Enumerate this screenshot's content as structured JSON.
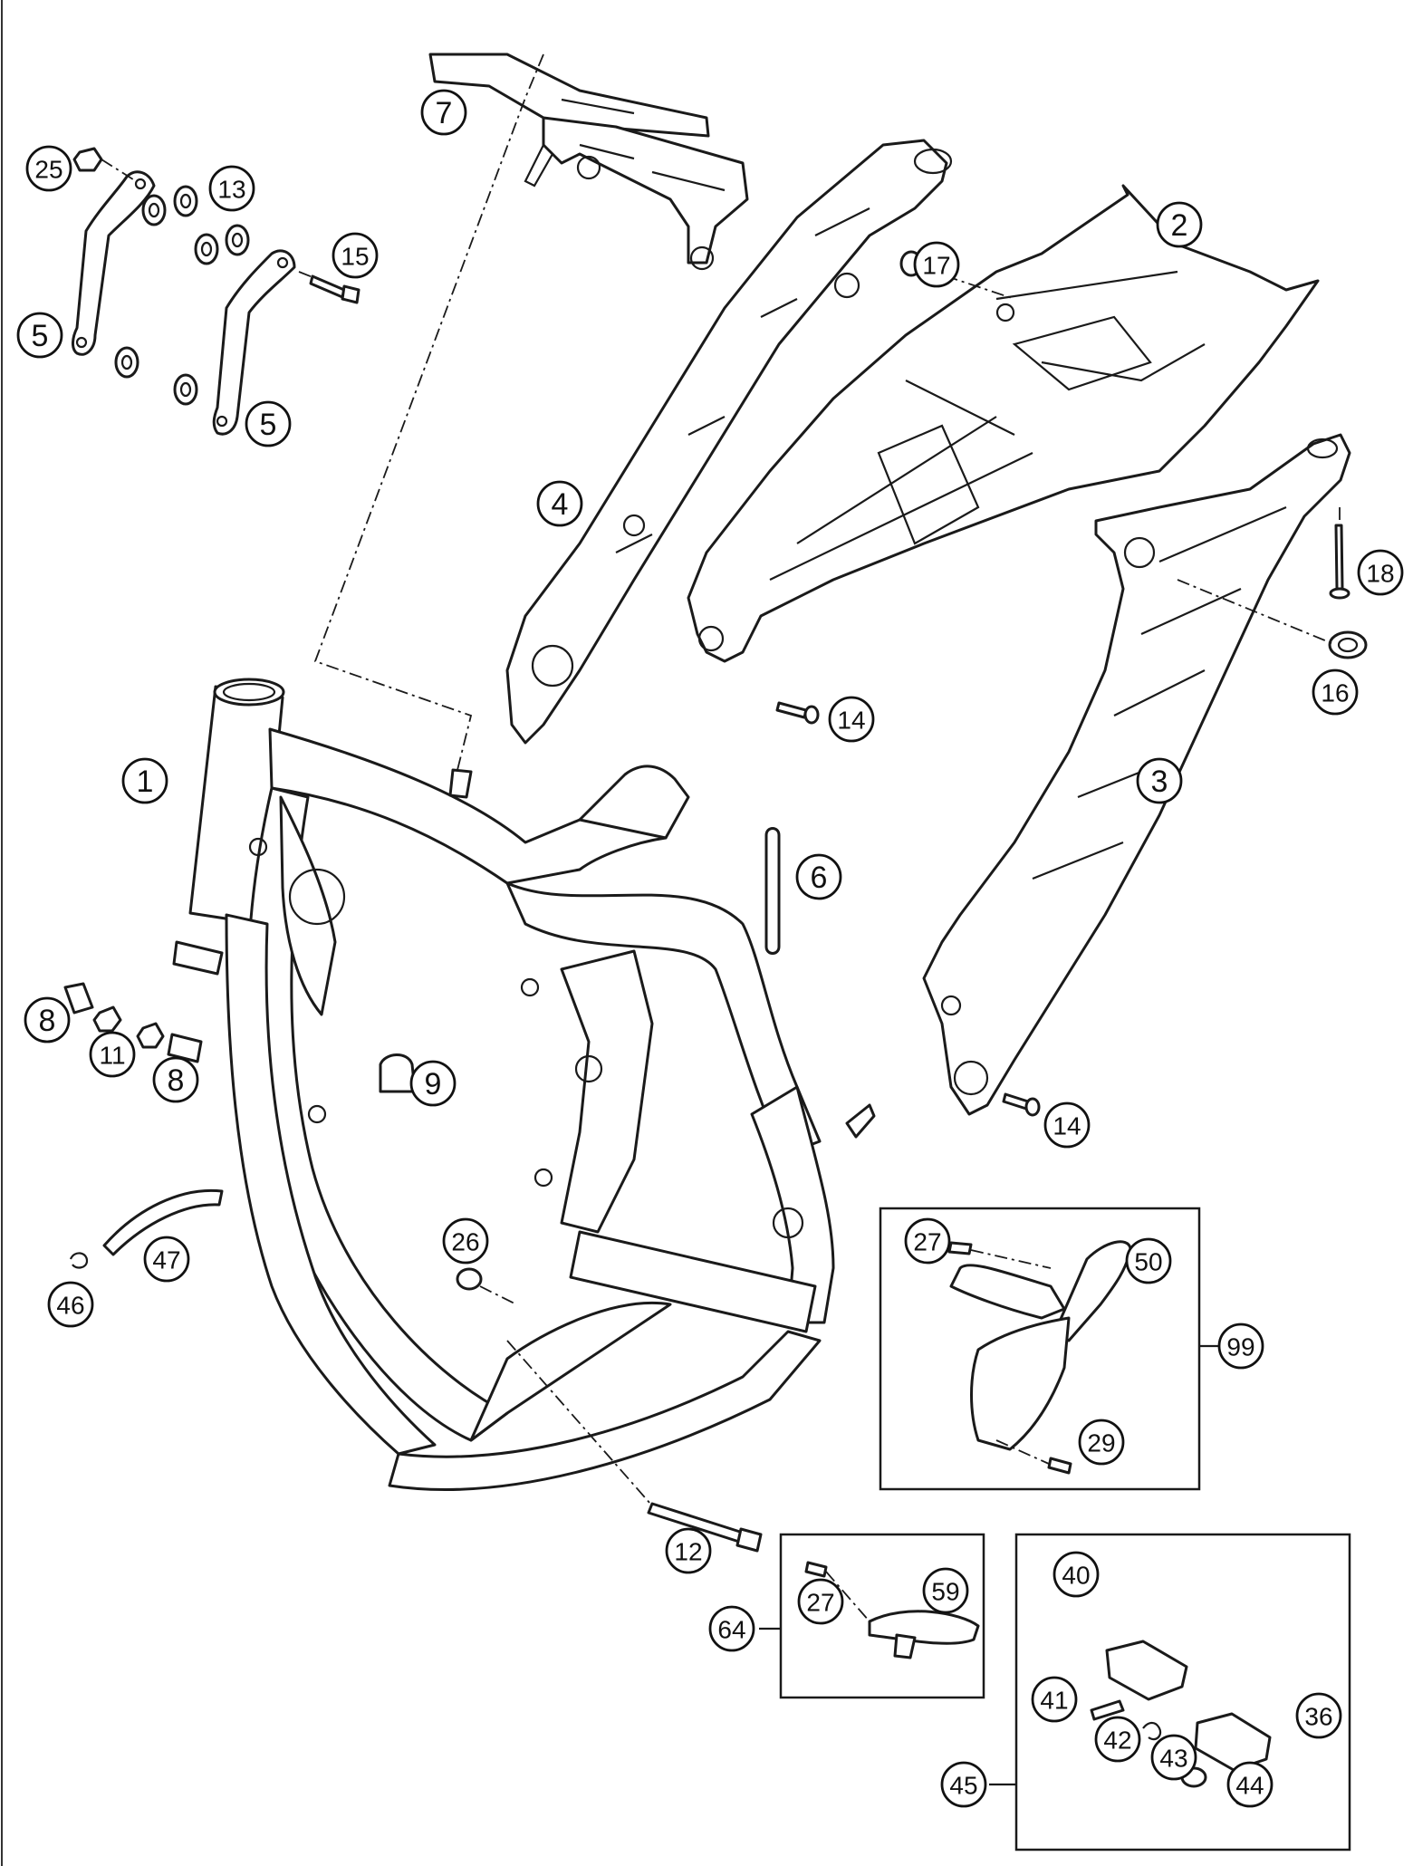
{
  "callouts": [
    {
      "id": "c1",
      "label": "1"
    },
    {
      "id": "c2",
      "label": "2"
    },
    {
      "id": "c3",
      "label": "3"
    },
    {
      "id": "c4",
      "label": "4"
    },
    {
      "id": "c5a",
      "label": "5"
    },
    {
      "id": "c5b",
      "label": "5"
    },
    {
      "id": "c6",
      "label": "6"
    },
    {
      "id": "c7",
      "label": "7"
    },
    {
      "id": "c8a",
      "label": "8"
    },
    {
      "id": "c8b",
      "label": "8"
    },
    {
      "id": "c9",
      "label": "9"
    },
    {
      "id": "c11",
      "label": "11"
    },
    {
      "id": "c12",
      "label": "12"
    },
    {
      "id": "c13",
      "label": "13"
    },
    {
      "id": "c14a",
      "label": "14"
    },
    {
      "id": "c14b",
      "label": "14"
    },
    {
      "id": "c15",
      "label": "15"
    },
    {
      "id": "c16",
      "label": "16"
    },
    {
      "id": "c17",
      "label": "17"
    },
    {
      "id": "c18",
      "label": "18"
    },
    {
      "id": "c25",
      "label": "25"
    },
    {
      "id": "c26",
      "label": "26"
    },
    {
      "id": "c27a",
      "label": "27"
    },
    {
      "id": "c27b",
      "label": "27"
    },
    {
      "id": "c29",
      "label": "29"
    },
    {
      "id": "c36",
      "label": "36"
    },
    {
      "id": "c40",
      "label": "40"
    },
    {
      "id": "c41",
      "label": "41"
    },
    {
      "id": "c42",
      "label": "42"
    },
    {
      "id": "c43",
      "label": "43"
    },
    {
      "id": "c44",
      "label": "44"
    },
    {
      "id": "c45",
      "label": "45"
    },
    {
      "id": "c46",
      "label": "46"
    },
    {
      "id": "c47",
      "label": "47"
    },
    {
      "id": "c50",
      "label": "50"
    },
    {
      "id": "c59",
      "label": "59"
    },
    {
      "id": "c64",
      "label": "64"
    },
    {
      "id": "c99",
      "label": "99"
    }
  ]
}
